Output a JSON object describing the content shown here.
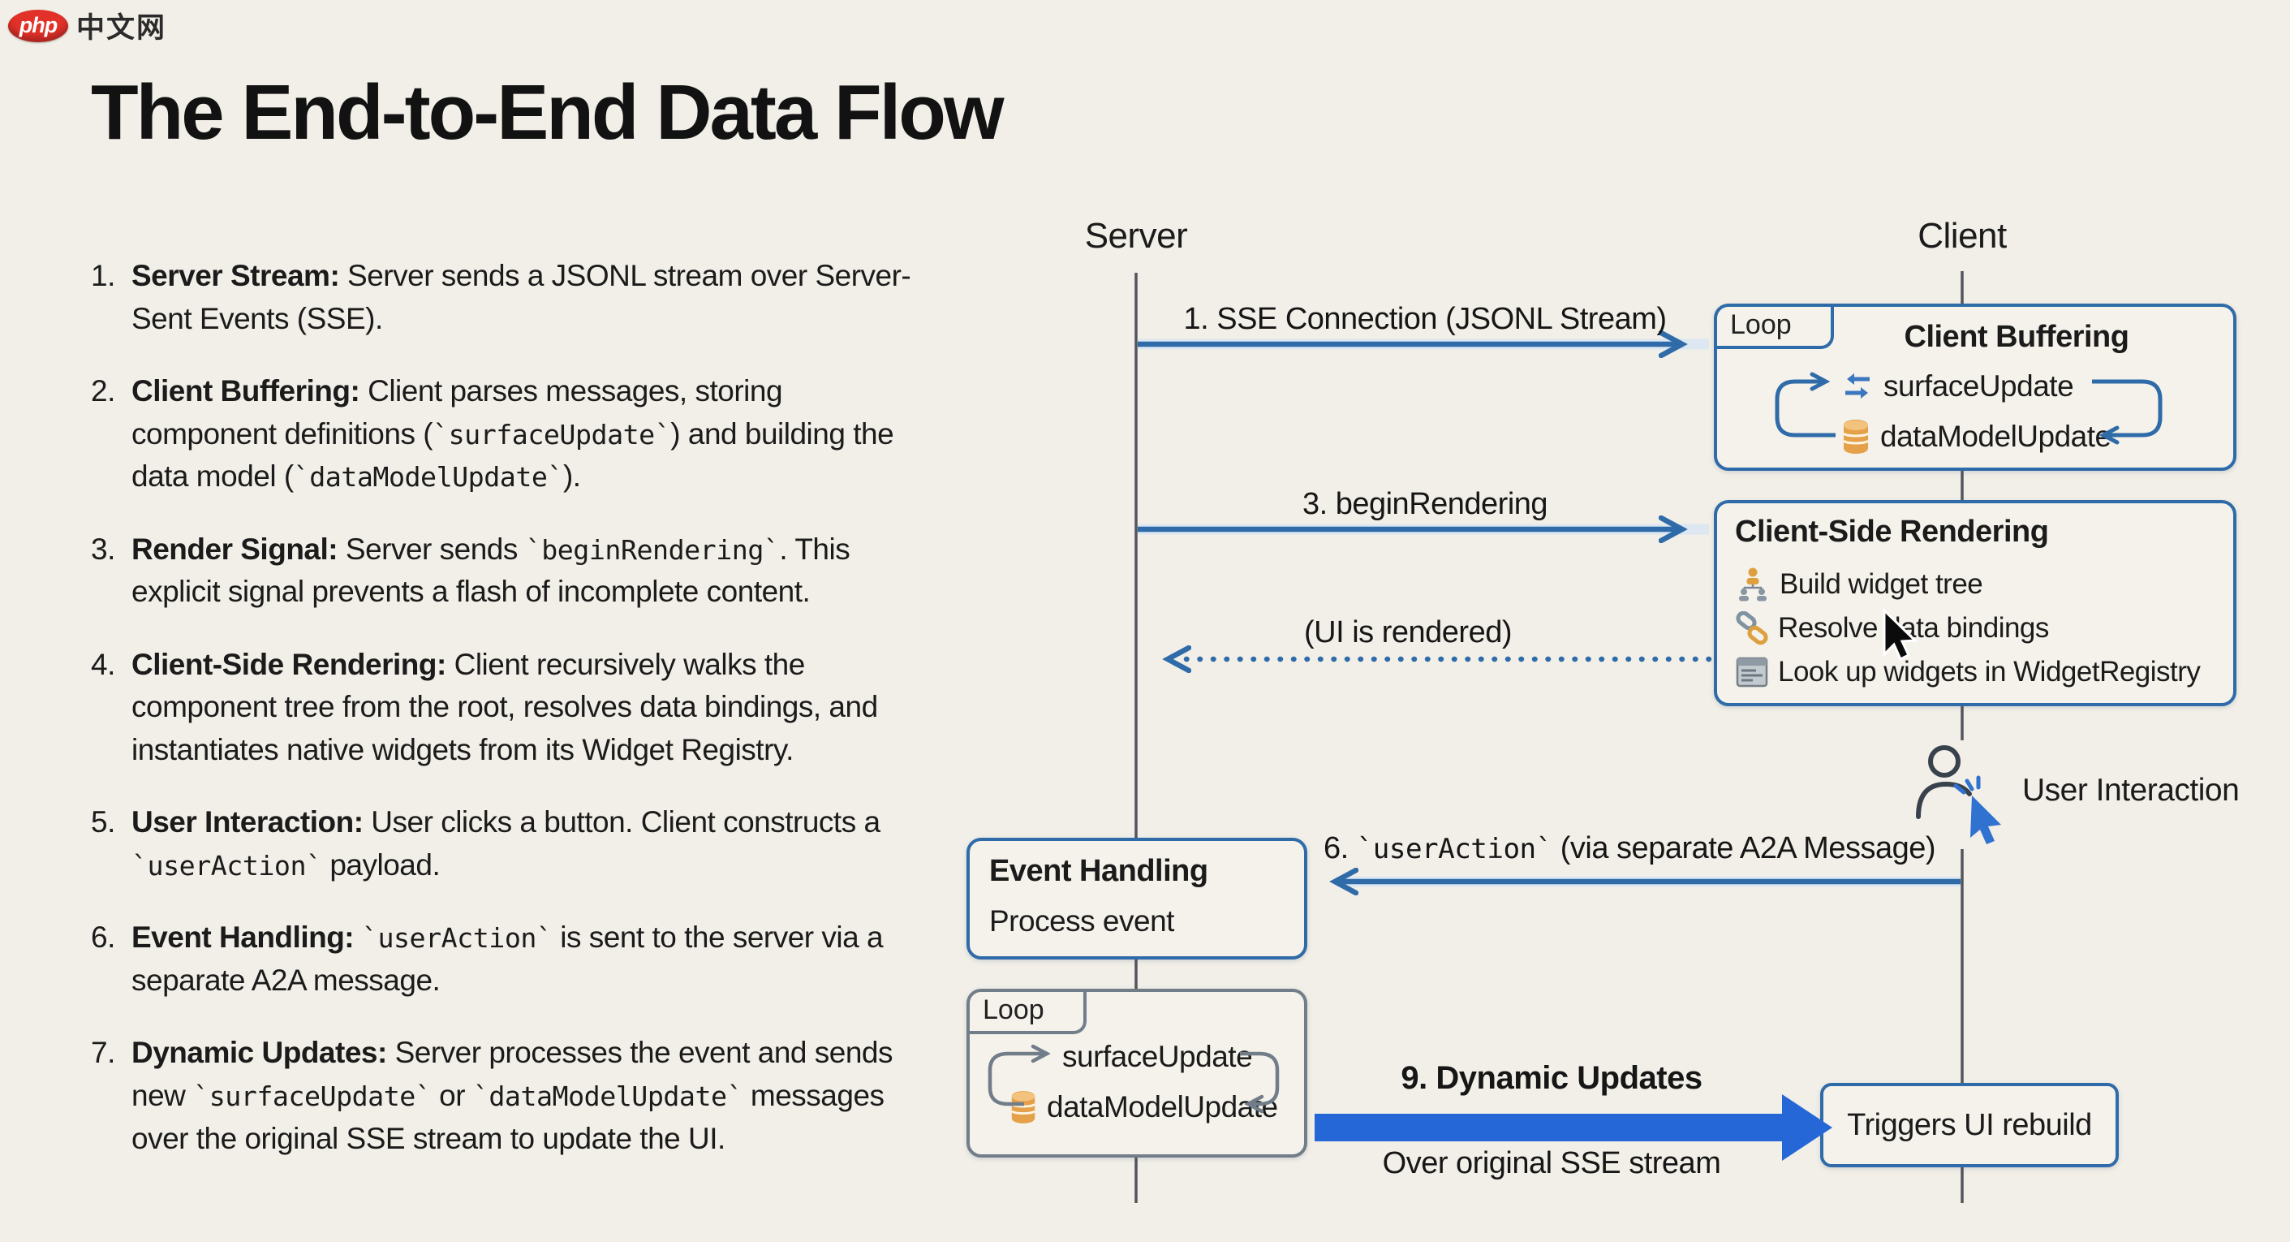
{
  "logo": {
    "badge": "php",
    "text": "中文网"
  },
  "title": "The End-to-End Data Flow",
  "steps": [
    {
      "num": "1.",
      "label": "Server Stream:",
      "text": " Server sends a JSONL stream over Server-Sent Events (SSE)."
    },
    {
      "num": "2.",
      "label": "Client Buffering:",
      "text": " Client parses messages, storing component definitions (`surfaceUpdate`) and building the data model (`dataModelUpdate`)."
    },
    {
      "num": "3.",
      "label": "Render Signal:",
      "text": " Server sends `beginRendering`. This explicit signal prevents a flash of incomplete content."
    },
    {
      "num": "4.",
      "label": "Client-Side Rendering:",
      "text": " Client recursively walks the component tree from the root, resolves data bindings, and instantiates native widgets from its Widget Registry."
    },
    {
      "num": "5.",
      "label": "User Interaction:",
      "text": " User clicks a button. Client constructs a `userAction` payload."
    },
    {
      "num": "6.",
      "label": "Event Handling:",
      "text": " `userAction` is sent to the server via a separate A2A message."
    },
    {
      "num": "7.",
      "label": "Dynamic Updates:",
      "text": " Server processes the event and sends new `surfaceUpdate` or `dataModelUpdate` messages over the original SSE stream to update the UI."
    }
  ],
  "diagram": {
    "server_label": "Server",
    "client_label": "Client",
    "messages": {
      "sse": "1. SSE Connection (JSONL Stream)",
      "begin_rendering": "3. beginRendering",
      "ui_rendered": "(UI is rendered)",
      "user_action": "6. `userAction` (via separate A2A Message)",
      "dynamic_updates": "9. Dynamic Updates",
      "dynamic_updates_sub": "Over original SSE stream"
    },
    "client_buffering": {
      "tab": "Loop",
      "title": "Client Buffering",
      "rows": [
        "surfaceUpdate",
        "dataModelUpdate"
      ]
    },
    "client_side_rendering": {
      "title": "Client-Side Rendering",
      "rows": [
        "Build widget tree",
        "Resolve data bindings",
        "Look up widgets in WidgetRegistry"
      ],
      "icons": [
        "widget-tree-icon",
        "data-binding-link-icon",
        "widget-registry-icon"
      ]
    },
    "event_handling": {
      "title": "Event Handling",
      "subtitle": "Process event"
    },
    "server_loop": {
      "tab": "Loop",
      "rows": [
        "surfaceUpdate",
        "dataModelUpdate"
      ]
    },
    "triggers": {
      "label": "Triggers UI rebuild"
    },
    "user_interaction_label": "User Interaction"
  },
  "colors": {
    "background": "#f1efe7",
    "accent_blue": "#2f6ba8",
    "bold_arrow_blue": "#2667d8",
    "loop_gray": "#717d89",
    "db_orange": "#e5a14a",
    "text": "#1b1b1b"
  }
}
